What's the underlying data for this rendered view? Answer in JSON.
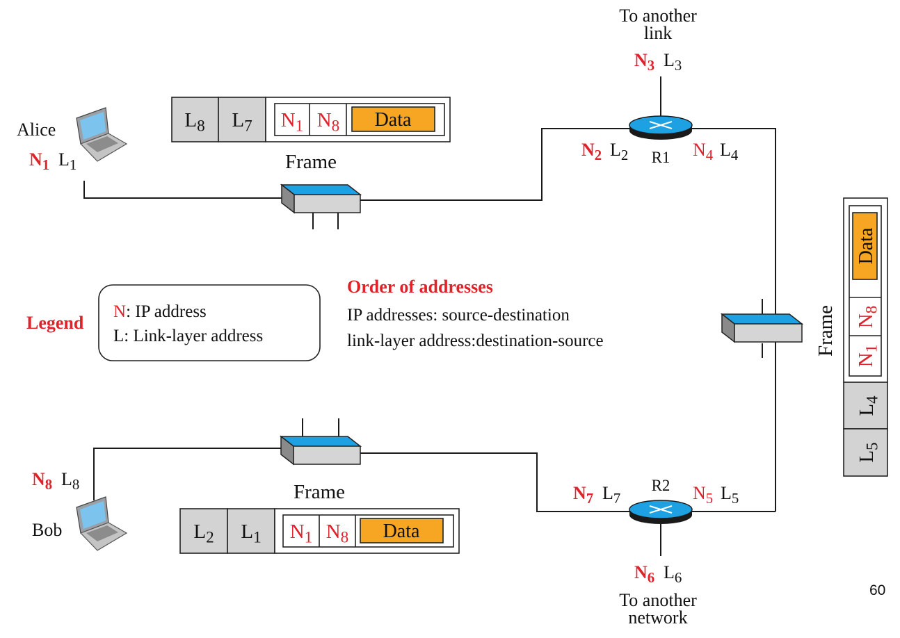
{
  "hosts": {
    "alice": {
      "name": "Alice",
      "ip": "N1",
      "link": "L1"
    },
    "bob": {
      "name": "Bob",
      "ip": "N8",
      "link": "L8"
    }
  },
  "routers": {
    "r1": {
      "name": "R1",
      "top_caption_1": "To another",
      "top_caption_2": "link",
      "top_ip": "N3",
      "top_link": "L3",
      "left_ip": "N2",
      "left_link": "L2",
      "right_ip": "N4",
      "right_link": "L4"
    },
    "r2": {
      "name": "R2",
      "bottom_caption_1": "To another",
      "bottom_caption_2": "network",
      "bottom_ip": "N6",
      "bottom_link": "L6",
      "left_ip": "N7",
      "left_link": "L7",
      "right_ip": "N5",
      "right_link": "L5"
    }
  },
  "frames": {
    "top": {
      "caption": "Frame",
      "dst_link": "L8",
      "src_link": "L7",
      "src_ip": "N1",
      "dst_ip": "N8",
      "payload": "Data"
    },
    "right": {
      "caption": "Frame",
      "dst_link": "L5",
      "src_link": "L4",
      "src_ip": "N1",
      "dst_ip": "N8",
      "payload": "Data"
    },
    "bottom": {
      "caption": "Frame",
      "dst_link": "L2",
      "src_link": "L1",
      "src_ip": "N1",
      "dst_ip": "N8",
      "payload": "Data"
    }
  },
  "legend": {
    "title": "Legend",
    "n_key": "N",
    "n_desc": ": IP address",
    "l_line": "L: Link-layer address"
  },
  "order": {
    "title": "Order of addresses",
    "ip_line": "IP addresses: source-destination",
    "link_line": "link-layer address:destination-source"
  },
  "page_number": "60",
  "colors": {
    "address_red": "#e0222b",
    "data_orange": "#f6a623",
    "switch_blue": "#1da1e2",
    "gray_cell": "#d3d3d3"
  }
}
